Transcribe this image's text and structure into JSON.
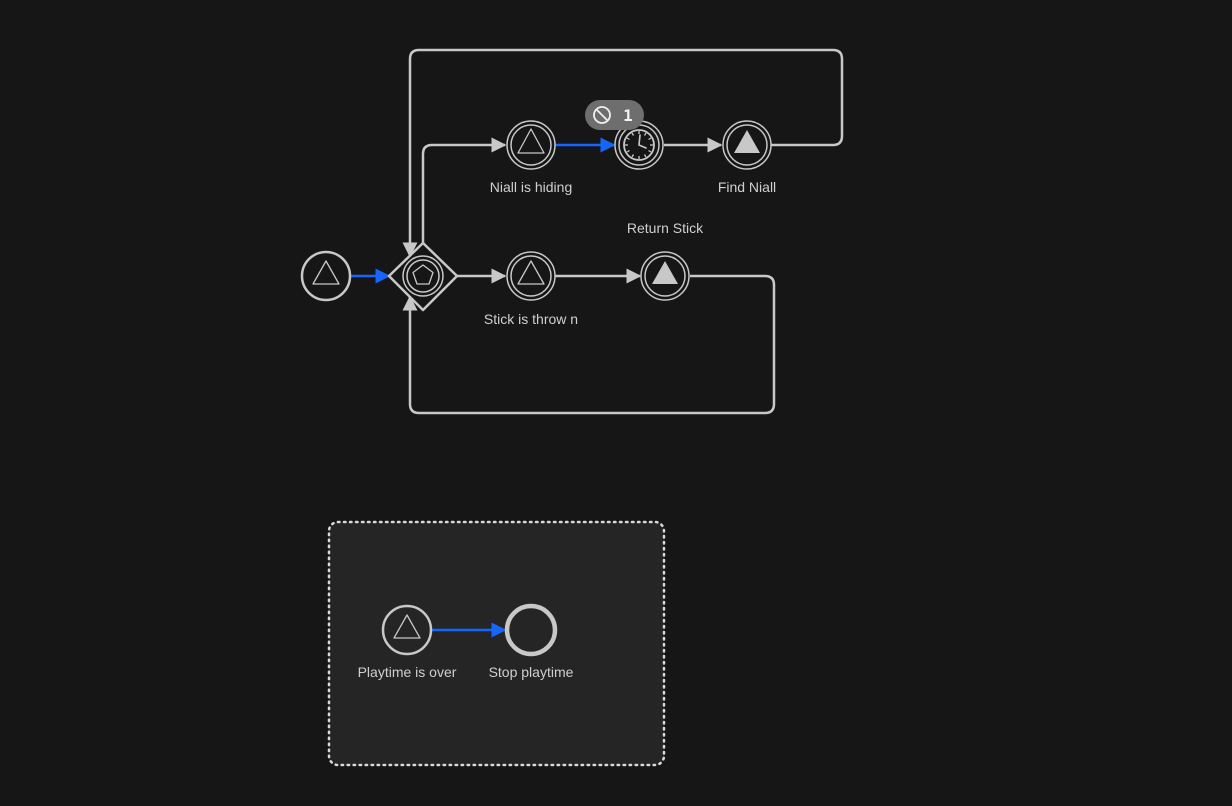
{
  "diagram": {
    "nodes": {
      "start": {
        "label": "",
        "icon": "signal-start-event-icon"
      },
      "gateway": {
        "label": "",
        "icon": "event-based-gateway-icon"
      },
      "niall_hiding": {
        "label": "Niall is hiding",
        "icon": "signal-catch-event-icon"
      },
      "timer": {
        "label": "",
        "icon": "timer-event-icon"
      },
      "find_niall": {
        "label": "Find Niall",
        "icon": "signal-throw-event-icon"
      },
      "stick_thrown": {
        "label": "Stick is throw n",
        "icon": "signal-catch-event-icon"
      },
      "return_stick": {
        "label": "Return Stick",
        "icon": "signal-throw-event-icon"
      },
      "playtime_over": {
        "label": "Playtime is over",
        "icon": "signal-start-event-icon"
      },
      "stop_playtime": {
        "label": "Stop playtime",
        "icon": "end-event-icon"
      }
    },
    "timer_badge": {
      "count": "1",
      "icon": "ban-icon"
    },
    "colors": {
      "background": "#161616",
      "stroke": "#c8c8c8",
      "active_flow": "#1665ff",
      "subprocess_fill": "#252525",
      "badge": "#6e6e6e"
    }
  }
}
